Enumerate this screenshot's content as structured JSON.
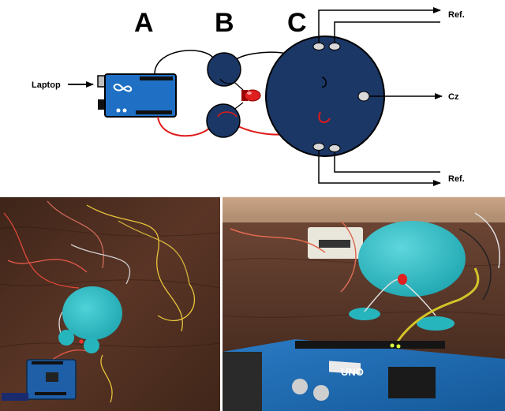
{
  "diagram": {
    "panel_labels": {
      "a": "A",
      "b": "B",
      "c": "C"
    },
    "input_label": "Laptop",
    "ref_top_label": "Ref.",
    "cz_label": "Cz",
    "ref_bottom_label": "Ref."
  },
  "photos": {
    "left_board_text": "",
    "right_board_text": "UNO"
  },
  "colors": {
    "arduino_blue": "#1f6fc4",
    "electrode_navy": "#1b3766",
    "led_red": "#e02020",
    "wire_red": "#e01a1a",
    "playdough_teal": "#27b5bd",
    "wood_dark": "#4a2f22",
    "wood_mid": "#6b4433"
  }
}
